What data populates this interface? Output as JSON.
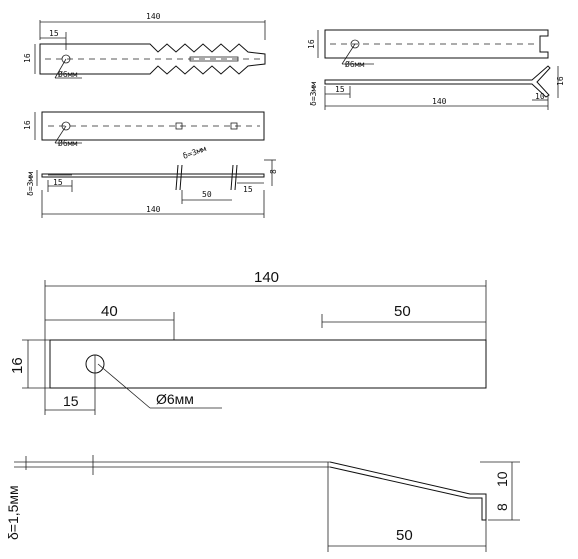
{
  "fig1": {
    "len": "140",
    "off": "15",
    "wid": "16",
    "hole": "Ø6мм"
  },
  "fig2": {
    "wid": "16",
    "hole": "Ø6мм"
  },
  "fig3": {
    "thk": "δ=3мм",
    "tab_thk": "δ=3мм",
    "off": "15",
    "len": "140",
    "seg": "50",
    "end": "15",
    "tab": "8"
  },
  "fig4": {
    "wid": "16",
    "hole": "Ø6мм",
    "thk": "δ=3мм",
    "off": "15",
    "len": "140",
    "tip": "10",
    "side": "16"
  },
  "fig5": {
    "len": "140",
    "left": "40",
    "right": "50",
    "wid": "16",
    "off": "15",
    "hole": "Ø6мм"
  },
  "fig6": {
    "thk": "δ=1,5мм",
    "seg": "50",
    "rise": "10",
    "tab": "8"
  }
}
